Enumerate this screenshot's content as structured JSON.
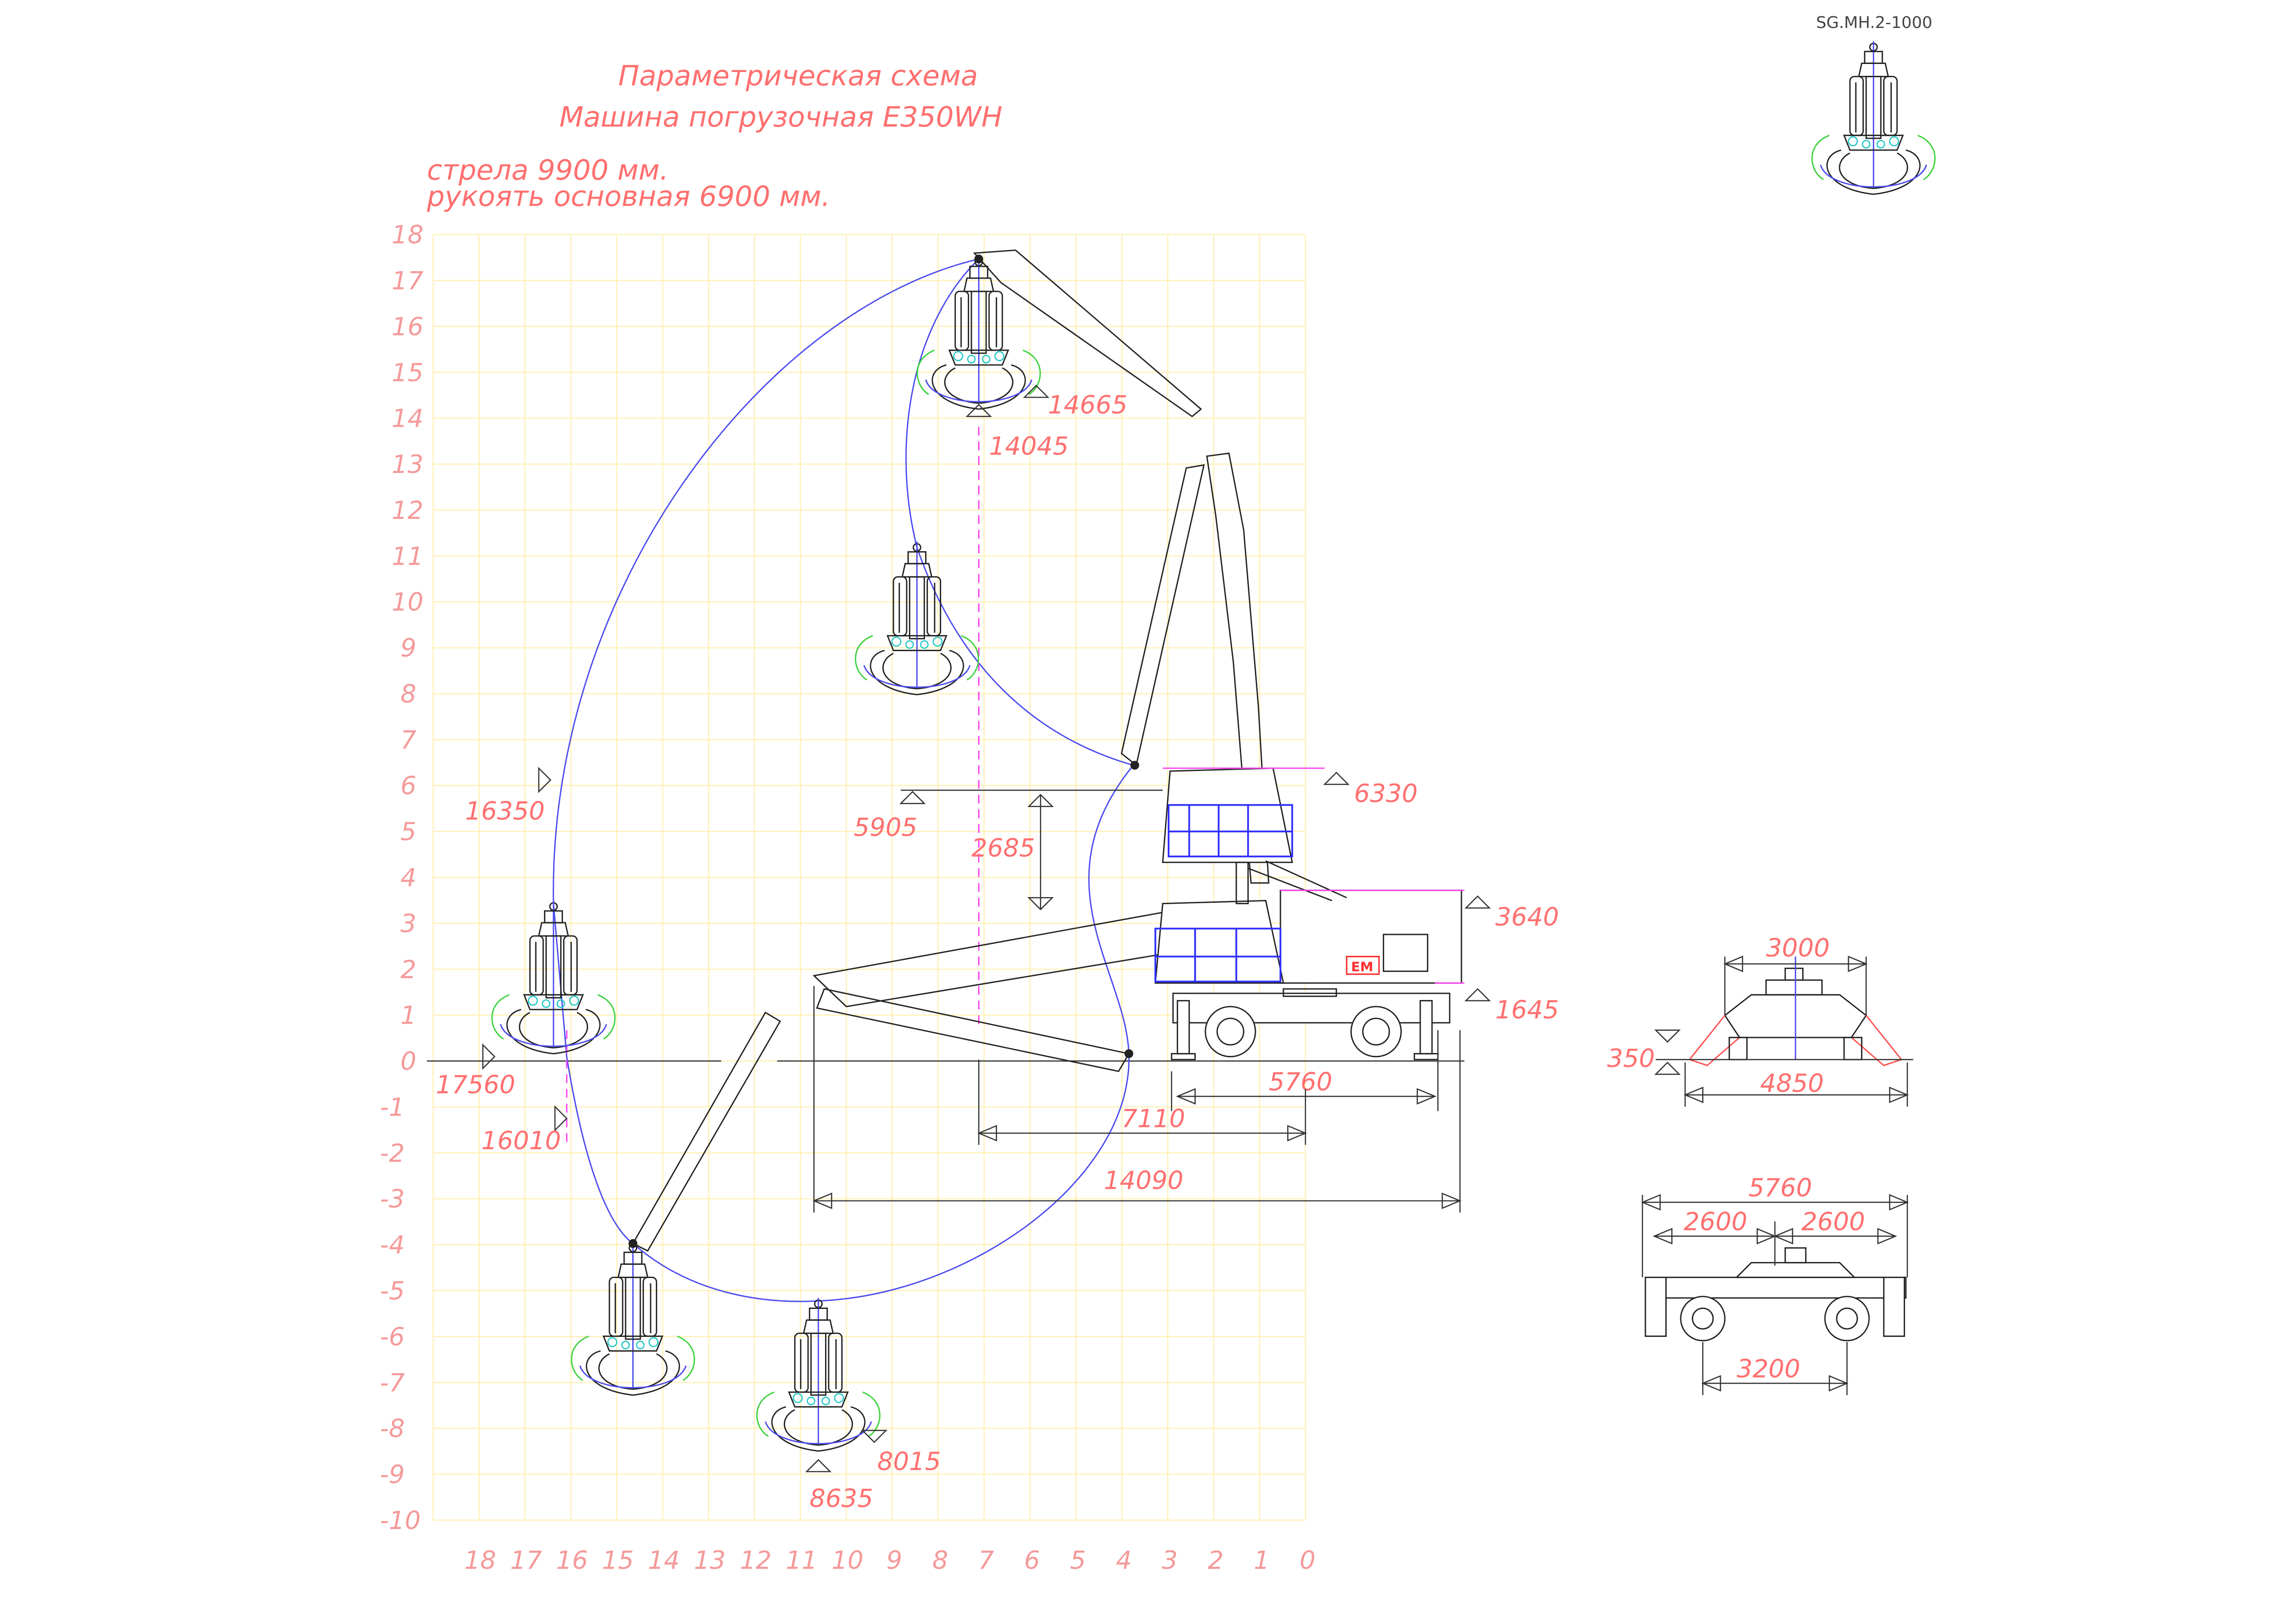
{
  "header": {
    "drawing_code": "SG.MH.2-1000",
    "title": "Параметрическая схема",
    "subtitle": "Машина погрузочная E350WH",
    "boom": "стрела 9900 мм.",
    "stick": "рукоять основная 6900 мм."
  },
  "axes": {
    "x_labels": [
      18,
      17,
      16,
      15,
      14,
      13,
      12,
      11,
      10,
      9,
      8,
      7,
      6,
      5,
      4,
      3,
      2,
      1,
      0
    ],
    "y_labels": [
      18,
      17,
      16,
      15,
      14,
      13,
      12,
      11,
      10,
      9,
      8,
      7,
      6,
      5,
      4,
      3,
      2,
      1,
      0,
      -1,
      -2,
      -3,
      -4,
      -5,
      -6,
      -7,
      -8,
      -9,
      -10
    ],
    "x_range_m": [
      0,
      19
    ],
    "y_range_m": [
      -10,
      18
    ]
  },
  "dimensions": {
    "max_height_top": "14665",
    "height_top_pin": "14045",
    "cab_high_eye": "6330",
    "cab_low_level": "5905",
    "cab_lift": "2685",
    "cab_low_eye": "3640",
    "frame_height": "1645",
    "reach_high": "16350",
    "reach_max": "17560",
    "reach_low": "16010",
    "depth_max": "8635",
    "depth_pin": "8015",
    "reach_to_axis": "7110",
    "outrigger_base": "5760",
    "total_length": "14090"
  },
  "front_view": {
    "turntable_width": "3000",
    "outrigger_span": "4850",
    "ground_clearance": "350"
  },
  "side_view": {
    "outrigger_base": "5760",
    "half_base_left": "2600",
    "half_base_right": "2600",
    "wheelbase": "3200"
  },
  "logo": "EM",
  "colors": {
    "text": "#ff6f6f",
    "grid": "#fff1b8",
    "envelope": "#4a4af0",
    "guard": "#2f2fff"
  }
}
